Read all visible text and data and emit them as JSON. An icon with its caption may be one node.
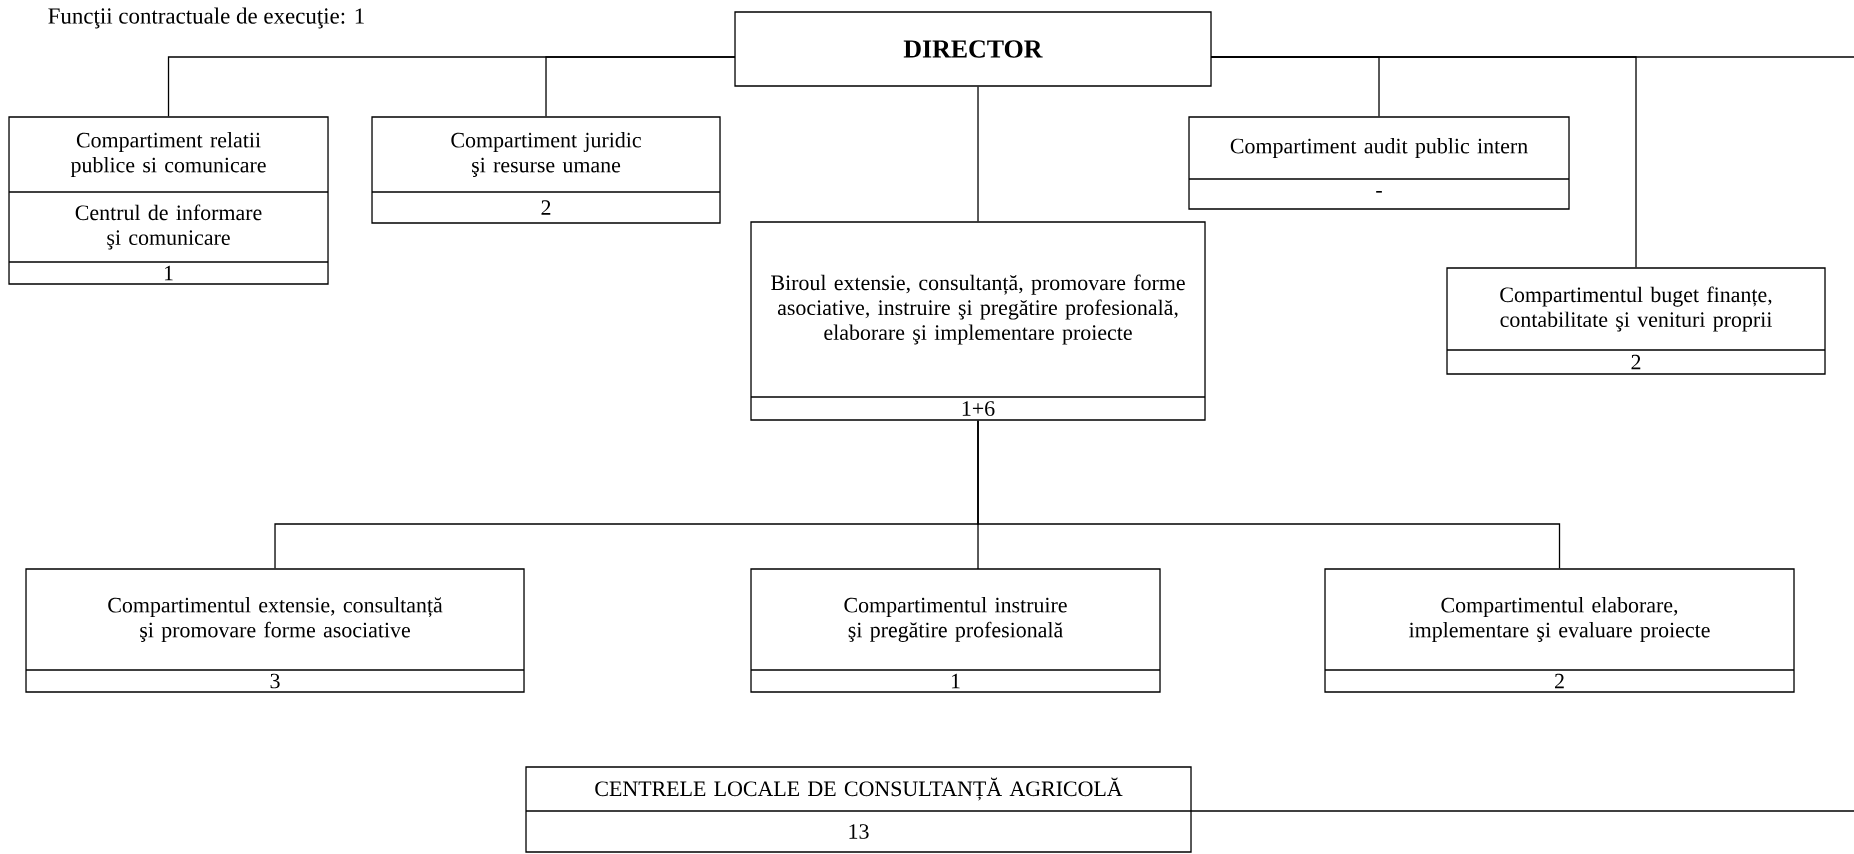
{
  "diagram": {
    "nodes": [
      {
        "text": [
          "**DIRECTOR**"
        ]
      },
      {
        "text": [
          "Compartiment relatii publice si comunicare",
          "Centrul de informare şi comunicare",
          "1"
        ]
      },
      {
        "text": [
          "Compartiment juridic şi resurse umane",
          "2"
        ]
      },
      {
        "text": [
          "Compartiment audit public intern",
          "-"
        ]
      },
      {
        "text": [
          "Biroul extensie, consultanță, promovare forme asociative, instruire şi pregătire profesională, elaborare şi implementare proiecte",
          "1+6"
        ]
      },
      {
        "text": [
          "Compartimentul buget finanțe, contabilitate şi venituri proprii",
          "2"
        ]
      },
      {
        "text": [
          "Compartimentul extensie, consultanță şi promovare forme asociative",
          "3"
        ]
      },
      {
        "text": [
          "Compartimentul instruire şi pregătire profesională",
          "1"
        ]
      },
      {
        "text": [
          "Compartimentul elaborare, implementare şi evaluare proiecte",
          "2"
        ]
      },
      {
        "text": [
          "CENTRELE LOCALE DE CONSULTANȚĂ AGRICOLĂ",
          "13"
        ]
      }
    ],
    "edges": [
      {
        "from": 0,
        "to": 1,
        "arrow": "none"
      },
      {
        "from": 0,
        "to": 2,
        "arrow": "none"
      },
      {
        "from": 0,
        "to": 4,
        "arrow": "none"
      },
      {
        "from": 0,
        "to": 3,
        "arrow": "none"
      },
      {
        "from": 0,
        "to": 5,
        "arrow": "none"
      },
      {
        "from": 4,
        "to": 6,
        "arrow": "none"
      },
      {
        "from": 4,
        "to": 7,
        "arrow": "none"
      },
      {
        "from": 4,
        "to": 8,
        "arrow": "none"
      },
      {
        "from": 0,
        "to": null,
        "arrow": "none"
      },
      {
        "from": null,
        "to": 9,
        "arrow": "none"
      }
    ],
    "labels": [
      "Funcţii contractuale de execuţie: 1"
    ]
  }
}
